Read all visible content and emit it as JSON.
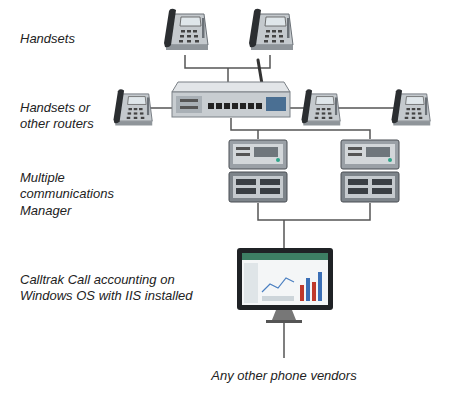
{
  "diagram": {
    "labels": [
      "Handsets",
      "Handsets or other routers",
      "Multiple communications Manager",
      "Calltrak Call accounting on Windows OS with IIS installed",
      "Any other phone vendors"
    ]
  }
}
